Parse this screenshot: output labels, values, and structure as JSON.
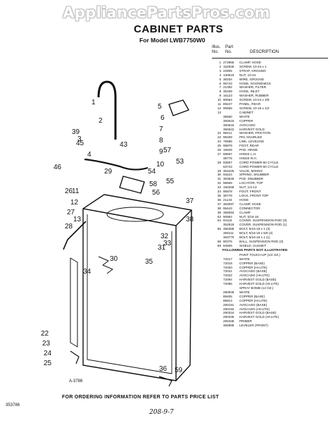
{
  "watermark": "AppliancePartsPros.com",
  "title": "CABINET PARTS",
  "model_line": "For Model LWB7750W0",
  "columns": {
    "illus_no": [
      "Illus.",
      "No."
    ],
    "part_no": [
      "Part",
      "No."
    ],
    "description": "DESCRIPTION"
  },
  "parts": [
    {
      "illus": "1",
      "part": "272856",
      "desc": "CLAMP, HOSE"
    },
    {
      "illus": "2",
      "part": "152848",
      "desc": "SCREW, 10-24 x 1"
    },
    {
      "illus": "3",
      "part": "22905",
      "desc": "STRAP, GROUND"
    },
    {
      "illus": "4",
      "part": "130619",
      "desc": "NUT, 10-24"
    },
    {
      "illus": "5",
      "part": "36334",
      "desc": "WIRE, GROUND"
    },
    {
      "illus": "6",
      "part": "96743",
      "desc": "HOSE, GOOSENECK"
    },
    {
      "illus": "7",
      "part": "21092",
      "desc": "WASHER, FILTER"
    },
    {
      "illus": "8",
      "part": "35339",
      "desc": "HOSE, INLET"
    },
    {
      "illus": "9",
      "part": "16123",
      "desc": "WASHER, RUBBER"
    },
    {
      "illus": "10",
      "part": "90564",
      "desc": "SCREW, 10-24 x 3/8"
    },
    {
      "illus": "11",
      "part": "89227",
      "desc": "PANEL, REAR"
    },
    {
      "illus": "12",
      "part": "90665",
      "desc": "SCREW, 10-16 x 1/2"
    },
    {
      "illus": "13",
      "part": "",
      "desc": "CABINET"
    },
    {
      "illus": "",
      "part": "35560",
      "desc": "WHITE"
    },
    {
      "illus": "",
      "part": "350615",
      "desc": "COPPER"
    },
    {
      "illus": "",
      "part": "350616",
      "desc": "AVOCADO"
    },
    {
      "illus": "",
      "part": "350622",
      "desc": "HARVEST GOLD"
    },
    {
      "illus": "22",
      "part": "98411",
      "desc": "WASHER, FRICTION"
    },
    {
      "illus": "23",
      "part": "98409",
      "desc": "PIN, KNURLED"
    },
    {
      "illus": "24",
      "part": "75585",
      "desc": "LINK, LEVELING"
    },
    {
      "illus": "25",
      "part": "95879",
      "desc": "FOOT, REAR"
    },
    {
      "illus": "26",
      "part": "15849",
      "desc": "PAD, HINGE"
    },
    {
      "illus": "27",
      "part": "89697",
      "desc": "HINGE L.H."
    },
    {
      "illus": "",
      "part": "38775",
      "desc": "HINGE R.H."
    },
    {
      "illus": "28",
      "part": "93667",
      "desc": "CORD POWER-60 CYCLE"
    },
    {
      "illus": "",
      "part": "63743",
      "desc": "CORD POWER-50 CYCLE"
    },
    {
      "illus": "29",
      "part": "363425",
      "desc": "VALVE, MIXING"
    },
    {
      "illus": "30",
      "part": "93424",
      "desc": "SPRING, SNUBBER"
    },
    {
      "illus": "31",
      "part": "363626",
      "desc": "PAD, SNUBBER"
    },
    {
      "illus": "32",
      "part": "98669",
      "desc": "LOCATOR, TOP"
    },
    {
      "illus": "33",
      "part": "150258",
      "desc": "NUT, 1/2-13"
    },
    {
      "illus": "34",
      "part": "95878",
      "desc": "FOOT, FRONT"
    },
    {
      "illus": "35",
      "part": "38778",
      "desc": "LOCK, FRONT TOP"
    },
    {
      "illus": "36",
      "part": "21134",
      "desc": "HOSE"
    },
    {
      "illus": "37",
      "part": "363097",
      "desc": "CLAMP, HOSE"
    },
    {
      "illus": "38",
      "part": "95443",
      "desc": "CONNECTOR"
    },
    {
      "illus": "39",
      "part": "358094",
      "desc": "CLAMP"
    },
    {
      "illus": "53",
      "part": "90954",
      "desc": "NUT, 5/16-18"
    },
    {
      "illus": "54",
      "part": "94116",
      "desc": "COVER, SUSPENSION ROD (3)"
    },
    {
      "illus": "",
      "part": "352819",
      "desc": "COVER, SUSPENSION ROD (1)"
    },
    {
      "illus": "55",
      "part": "356358",
      "desc": "BOLT, 5/16-18 x 1 (3)"
    },
    {
      "illus": "",
      "part": "356211",
      "desc": "BOLT, 5/16-18 x 5/8 (2)"
    },
    {
      "illus": "",
      "part": "363770",
      "desc": "BOLT, 5/16-18 x 1 (1)"
    },
    {
      "illus": "58",
      "part": "90375",
      "desc": "BALL, SUSPENSION ROD (3)"
    },
    {
      "illus": "59",
      "part": "94606",
      "desc": "SHIELD, GUSSET"
    }
  ],
  "not_illustrated_heading": "FOLLOWING PARTS NOT ILLUSTRATED",
  "not_illustrated": [
    {
      "part": "",
      "desc": "PAINT TOUCH-UP (1/2 OZ.)"
    },
    {
      "part": "72017",
      "desc": "WHITE"
    },
    {
      "part": "72018",
      "desc": "COPPER (BASE)"
    },
    {
      "part": "72020",
      "desc": "COPPER (HI-LITE)"
    },
    {
      "part": "72021",
      "desc": "AVOCADO (BASE)"
    },
    {
      "part": "72022",
      "desc": "AVOCADO (HI-LITE)"
    },
    {
      "part": "72094",
      "desc": "HARVEST GOLD (BASE)"
    },
    {
      "part": "72095",
      "desc": "HARVEST GOLD (HI-LITE)"
    },
    {
      "part": "",
      "desc": "SPRAY BOMB (12 OZ.)"
    },
    {
      "part": "290948",
      "desc": "WHITE"
    },
    {
      "part": "89405",
      "desc": "COPPER (BASE)"
    },
    {
      "part": "89913",
      "desc": "COPPER (HI-LITE)"
    },
    {
      "part": "290191",
      "desc": "AVOCADO (BASE)"
    },
    {
      "part": "290193",
      "desc": "AVOCADO (HI-LITE)"
    },
    {
      "part": "290334",
      "desc": "HARVEST GOLD (BASE)"
    },
    {
      "part": "290335",
      "desc": "HARVEST GOLD (HI-LITE)"
    },
    {
      "part": "290338",
      "desc": "PRIMER"
    },
    {
      "part": "356995",
      "desc": "LEVELER (FRONT)"
    }
  ],
  "callouts": [
    "1",
    "2",
    "3",
    "4",
    "5",
    "6",
    "7",
    "8",
    "9",
    "10",
    "11",
    "12",
    "13",
    "22",
    "23",
    "24",
    "25",
    "26",
    "27",
    "28",
    "29",
    "30",
    "31",
    "32",
    "33",
    "34",
    "35",
    "36",
    "37",
    "38",
    "39",
    "43",
    "45",
    "46",
    "53",
    "54",
    "55",
    "56",
    "57",
    "58",
    "59"
  ],
  "figure_ref": "A-3786",
  "footer": "FOR ORDERING INFORMATION REFER TO PARTS PRICE LIST",
  "doc_number": "353786",
  "handwritten": "208-9-7",
  "colors": {
    "ink": "#111111",
    "watermark_outline": "#bdbdbd"
  }
}
